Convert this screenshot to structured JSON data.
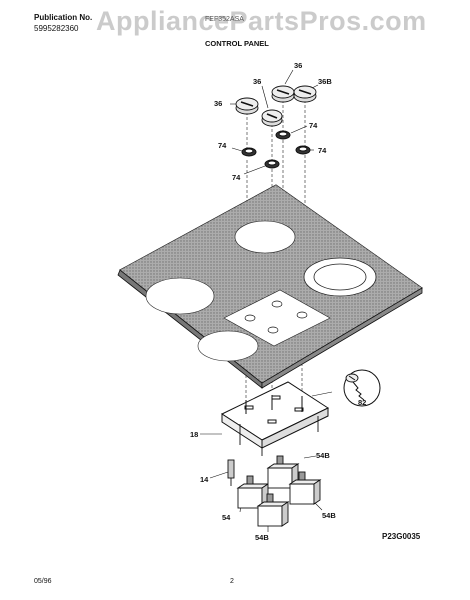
{
  "header": {
    "publication_label": "Publication No.",
    "publication_number": "5995282360",
    "model_number": "FEF352ASA",
    "watermark": "AppliancePartsPros.com",
    "section_title": "CONTROL PANEL"
  },
  "callouts": {
    "knob_top": "36",
    "knob_left": "36",
    "knob_mid": "36",
    "knob_right": "36B",
    "ring_right_upper": "74",
    "ring_left": "74",
    "ring_far_right": "74",
    "ring_lower": "74",
    "screw": "82",
    "panel_bracket": "18",
    "probe": "14",
    "switch_left": "54",
    "switch_bottom": "54B",
    "switch_right_upper": "54B",
    "switch_right_lower": "54B"
  },
  "footer": {
    "diagram_code": "P23G0035",
    "date": "05/96",
    "page_number": "2"
  },
  "colors": {
    "cooktop_fill": "#9a9a9a",
    "line": "#111111"
  }
}
